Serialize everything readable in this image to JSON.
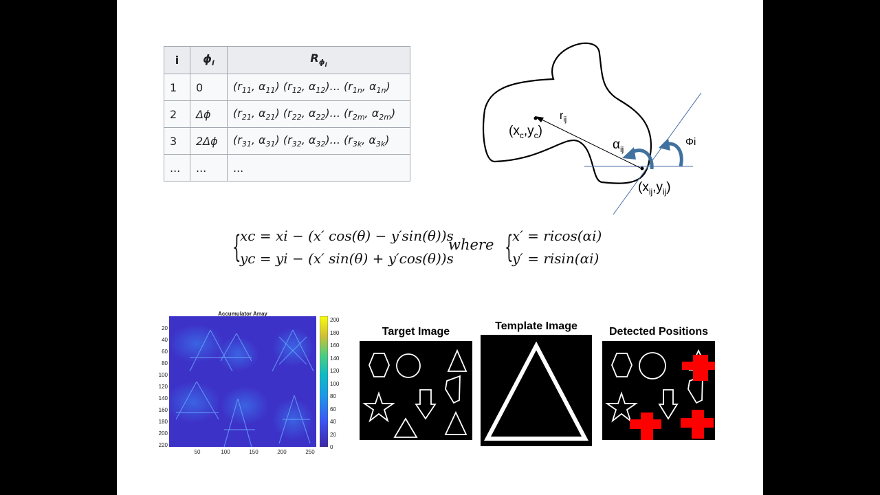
{
  "table": {
    "headers": [
      "i",
      "ϕ",
      "i",
      "R",
      "ϕ",
      "i"
    ],
    "rows": [
      {
        "i": "1",
        "phi": "0",
        "r": "(r11, α11) (r12, α12)... (r1n, α1n)"
      },
      {
        "i": "2",
        "phi": "Δϕ",
        "r": "(r21, α21) (r22, α22)... (r2m, α2m)"
      },
      {
        "i": "3",
        "phi": "2Δϕ",
        "r": "(r31, α31) (r32, α32)... (r3k, α3k)"
      },
      {
        "i": "...",
        "phi": "...",
        "r": "..."
      }
    ],
    "row_parts": [
      [
        [
          "(r",
          "11",
          ", α",
          "11",
          ") (r",
          "12",
          ", α",
          "12",
          ")... (r",
          "1n",
          ", α",
          "1n",
          ")"
        ]
      ],
      [
        [
          "(r",
          "21",
          ", α",
          "21",
          ") (r",
          "22",
          ", α",
          "22",
          ")... (r",
          "2m",
          ", α",
          "2m",
          ")"
        ]
      ],
      [
        [
          "(r",
          "31",
          ", α",
          "31",
          ") (r",
          "32",
          ", α",
          "32",
          ")... (r",
          "3k",
          ", α",
          "3k",
          ")"
        ]
      ]
    ]
  },
  "diagram": {
    "r_label": "r",
    "r_sub": "ij",
    "center_label": "(x",
    "center_sub1": "c",
    "center_mid": ",y",
    "center_sub2": "c",
    "center_end": ")",
    "alpha_label": "α",
    "alpha_sub": "ij",
    "phi_label": "Φi",
    "point_label": "(x",
    "point_sub1": "ij",
    "point_mid": ",y",
    "point_sub2": "ij",
    "point_end": ")"
  },
  "equations": {
    "eq1": "xc = xi − (x′ cos(θ) − y′sin(θ))s",
    "eq2": "yc = yi − (x′ sin(θ) + y′cos(θ))s",
    "where": "where",
    "eq3": "x′ = ricos(αi)",
    "eq4": "y′ = risin(αi)"
  },
  "accumulator": {
    "title": "Accumulator Array",
    "y_ticks": [
      "20",
      "40",
      "60",
      "80",
      "100",
      "120",
      "140",
      "160",
      "180",
      "200",
      "220"
    ],
    "x_ticks": [
      "50",
      "100",
      "150",
      "200",
      "250"
    ],
    "colorbar_ticks": [
      "200",
      "180",
      "160",
      "140",
      "120",
      "100",
      "80",
      "60",
      "40",
      "20",
      "0"
    ],
    "colors": {
      "low": "#3d26a8",
      "mid": "#2f6fe6",
      "high": "#f9fb0e"
    }
  },
  "images": {
    "target_label": "Target Image",
    "template_label": "Template Image",
    "detected_label": "Detected Positions",
    "detect_color": "#ff0000"
  }
}
